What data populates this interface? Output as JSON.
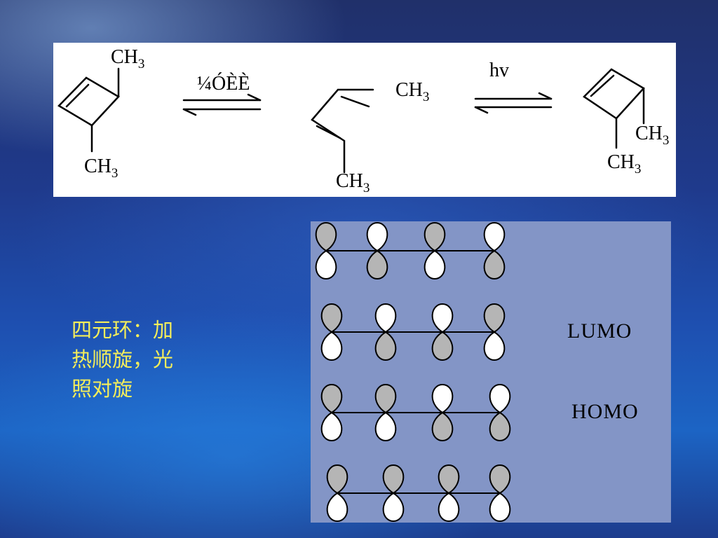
{
  "scheme": {
    "left_molecule": {
      "substituent_top": "CH",
      "substituent_bottom": "CH",
      "subscript": "3"
    },
    "middle_molecule": {
      "substituent_right": "CH",
      "substituent_bottom": "CH",
      "subscript": "3"
    },
    "right_molecule": {
      "substituent_right": "CH",
      "substituent_bottom": "CH",
      "subscript": "3"
    },
    "condition_left": "¼ÓÈÈ",
    "condition_right": "hv"
  },
  "orbitals": {
    "lumo_label": "LUMO",
    "homo_label": "HOMO",
    "rows": [
      {
        "top_lobes": [
          "shaded",
          "white",
          "shaded",
          "white"
        ]
      },
      {
        "top_lobes": [
          "shaded",
          "white",
          "white",
          "shaded"
        ]
      },
      {
        "top_lobes": [
          "shaded",
          "shaded",
          "white",
          "white"
        ]
      },
      {
        "top_lobes": [
          "shaded",
          "shaded",
          "shaded",
          "shaded"
        ]
      }
    ],
    "colors": {
      "shaded": "#b5b5b5",
      "white": "#ffffff",
      "panel": "#8395c6"
    }
  },
  "note": {
    "line1": "四元环：加",
    "line2": "热顺旋，光",
    "line3": "照对旋",
    "color": "#f5ee5a"
  }
}
